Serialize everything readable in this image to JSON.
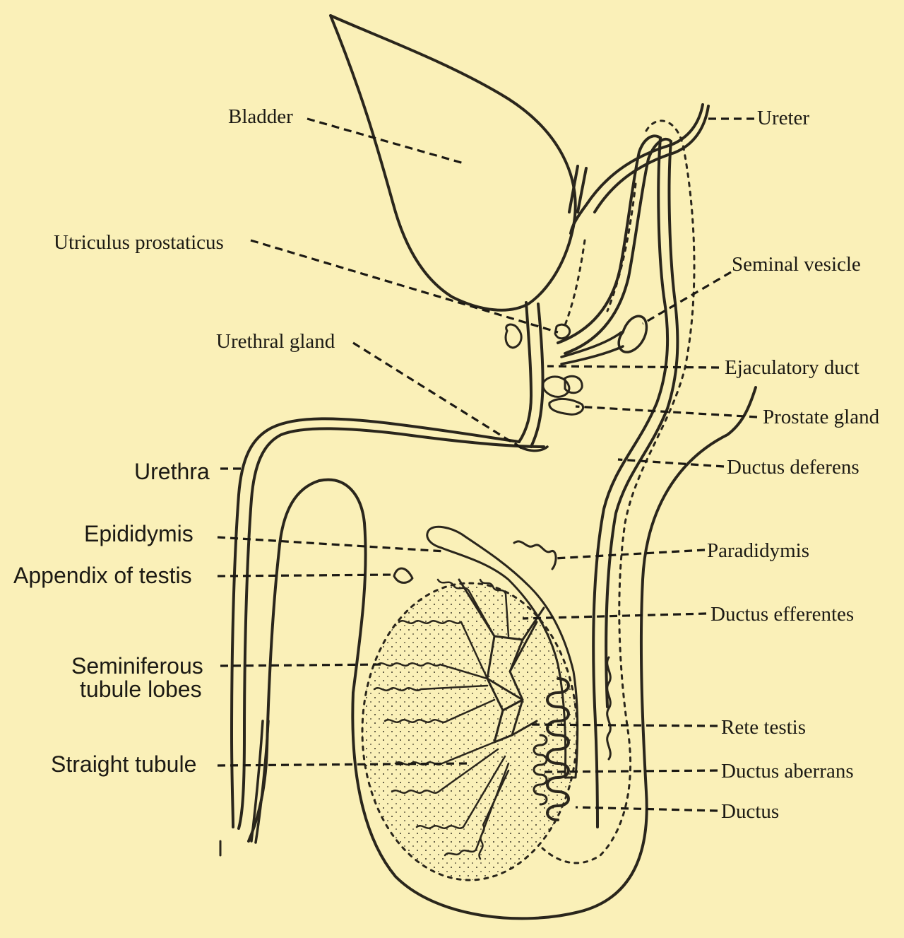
{
  "labels": {
    "bladder": "Bladder",
    "ureter": "Ureter",
    "utriculus_prostaticus": "Utriculus prostaticus",
    "seminal_vesicle": "Seminal vesicle",
    "urethral_gland": "Urethral gland",
    "ejaculatory_duct": "Ejaculatory duct",
    "prostate_gland": "Prostate gland",
    "urethra": "Urethra",
    "ductus_deferens": "Ductus deferens",
    "epididymis": "Epididymis",
    "paradidymis": "Paradidymis",
    "appendix_of_testis": "Appendix of testis",
    "ductus_efferentes": "Ductus efferentes",
    "seminiferous_line1": "Seminiferous",
    "seminiferous_line2": "tubule lobes",
    "rete_testis": "Rete testis",
    "straight_tubule": "Straight tubule",
    "ductus_aberrans": "Ductus aberrans",
    "ductus": "Ductus"
  },
  "colors": {
    "background": "#faf0b8",
    "ink": "#2a261c"
  }
}
